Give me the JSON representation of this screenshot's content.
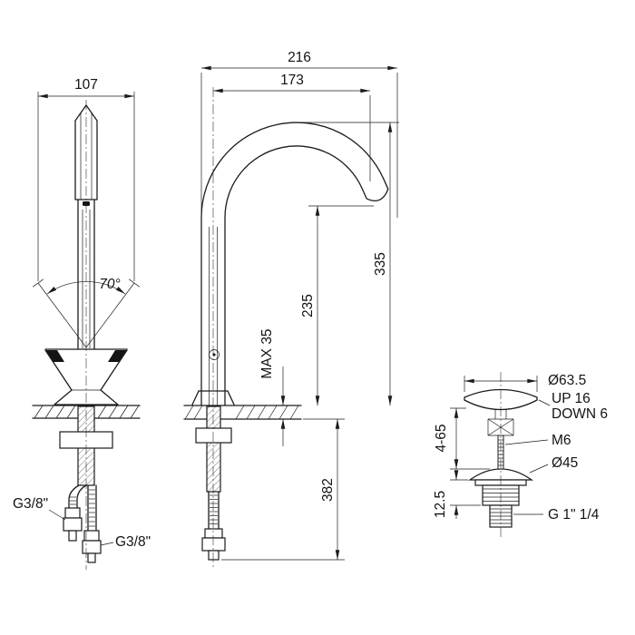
{
  "front_view": {
    "dim_width": "107",
    "swing_angle": "70°",
    "thread_left": "G3/8\"",
    "thread_right": "G3/8\""
  },
  "side_view": {
    "dim_total_reach": "216",
    "dim_spout_reach": "173",
    "dim_total_height": "335",
    "dim_spout_height": "235",
    "dim_deck_thickness": "MAX 35",
    "dim_supply_length": "382"
  },
  "drain_view": {
    "dim_cap_diameter": "Ø63.5",
    "label_up_travel": "UP 16",
    "label_down_travel": "DOWN 6",
    "label_rod_thread": "M6",
    "dim_body_diameter": "Ø45",
    "dim_adjust_range": "4-65",
    "dim_flange_height": "12.5",
    "label_outlet_thread": "G 1\" 1/4"
  }
}
